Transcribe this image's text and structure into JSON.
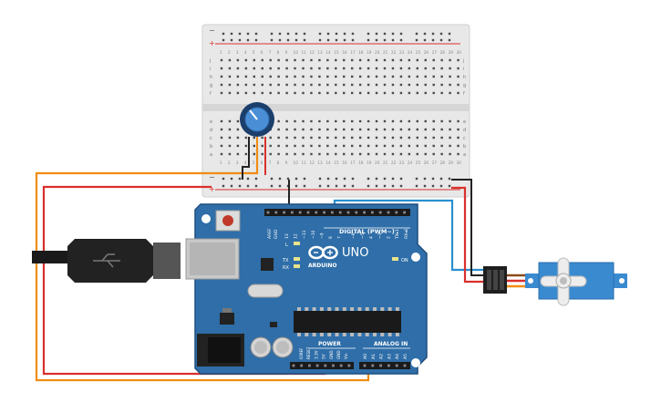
{
  "breadboard": {
    "row_letters_top": [
      "j",
      "i",
      "h",
      "g",
      "f"
    ],
    "row_letters_bottom": [
      "e",
      "d",
      "c",
      "b",
      "a"
    ],
    "column_numbers": [
      "1",
      "2",
      "3",
      "4",
      "5",
      "6",
      "7",
      "8",
      "9",
      "10",
      "11",
      "12",
      "13",
      "14",
      "15",
      "16",
      "17",
      "18",
      "19",
      "20",
      "21",
      "22",
      "23",
      "24",
      "25",
      "26",
      "27",
      "28",
      "29",
      "30"
    ],
    "rail_plus": "+",
    "rail_minus": "−"
  },
  "arduino": {
    "brand": "ARDUINO",
    "model": "UNO",
    "digital_label": "DIGITAL (PWM~)",
    "power_label": "POWER",
    "analog_label": "ANALOG IN",
    "on_label": "ON",
    "tx_label": "TX",
    "rx_label": "RX",
    "l_label": "L",
    "aref_label": "AREF",
    "gnd_label": "GND",
    "digital_pins": [
      "13",
      "12",
      "~11",
      "~10",
      "~9",
      "8",
      "7",
      "~6",
      "~5",
      "4",
      "~3",
      "2",
      "TX▸1",
      "RX◂0"
    ],
    "power_pins": [
      "IOREF",
      "RESET",
      "3.3V",
      "5V",
      "GND",
      "GND",
      "Vin"
    ],
    "analog_pins": [
      "A0",
      "A1",
      "A2",
      "A3",
      "A4",
      "A5"
    ]
  },
  "colors": {
    "board": "#2f6ea8",
    "board_dark": "#1f4f7f",
    "breadboard": "#e6e6e6",
    "wire_red": "#d9302c",
    "wire_black": "#222222",
    "wire_orange": "#f08c12",
    "wire_blue": "#2a8fd0",
    "servo": "#3a8ad0"
  }
}
